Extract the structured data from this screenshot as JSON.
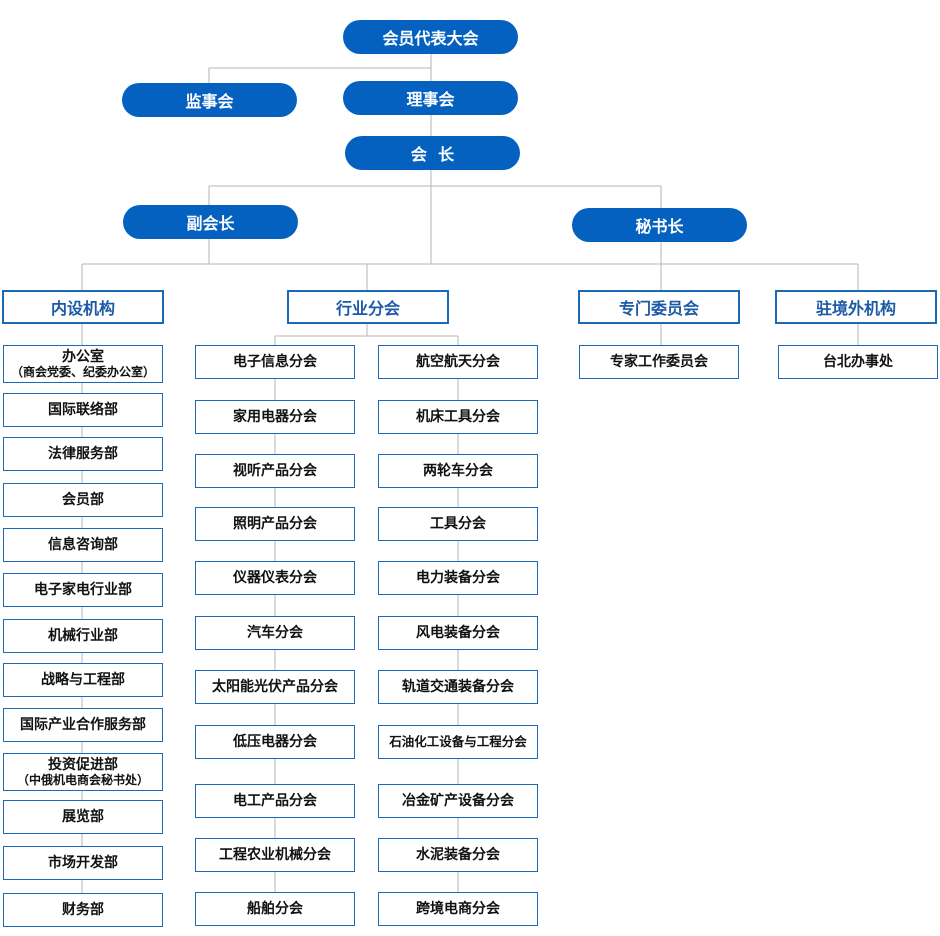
{
  "top": {
    "assembly": "会员代表大会",
    "supervisory": "监事会",
    "council": "理事会",
    "president": "会  长",
    "vice_president": "副会长",
    "secretary_general": "秘书长"
  },
  "headers": {
    "internal": "内设机构",
    "industry": "行业分会",
    "committee": "专门委员会",
    "overseas": "驻境外机构"
  },
  "internal_departments": [
    {
      "label": "办公室",
      "sub": "（商会党委、纪委办公室）"
    },
    {
      "label": "国际联络部"
    },
    {
      "label": "法律服务部"
    },
    {
      "label": "会员部"
    },
    {
      "label": "信息咨询部"
    },
    {
      "label": "电子家电行业部"
    },
    {
      "label": "机械行业部"
    },
    {
      "label": "战略与工程部"
    },
    {
      "label": "国际产业合作服务部"
    },
    {
      "label": "投资促进部",
      "sub": "（中俄机电商会秘书处）"
    },
    {
      "label": "展览部"
    },
    {
      "label": "市场开发部"
    },
    {
      "label": "财务部"
    }
  ],
  "branches_left": [
    "电子信息分会",
    "家用电器分会",
    "视听产品分会",
    "照明产品分会",
    "仪器仪表分会",
    "汽车分会",
    "太阳能光伏产品分会",
    "低压电器分会",
    "电工产品分会",
    "工程农业机械分会",
    "船舶分会"
  ],
  "branches_right": [
    "航空航天分会",
    "机床工具分会",
    "两轮车分会",
    "工具分会",
    "电力装备分会",
    "风电装备分会",
    "轨道交通装备分会",
    "石油化工设备与工程分会",
    "冶金矿产设备分会",
    "水泥装备分会",
    "跨境电商分会"
  ],
  "committees": [
    "专家工作委员会"
  ],
  "overseas": [
    "台北办事处"
  ],
  "colors": {
    "pill": "#0561c0",
    "border": "#1c69b8",
    "line": "#b4b4b4"
  }
}
